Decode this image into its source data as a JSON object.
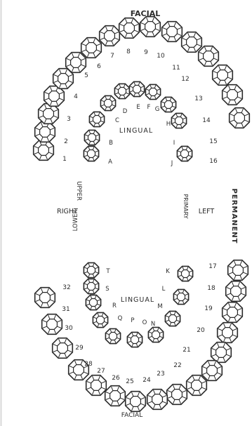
{
  "titles": {
    "facial_top": "FACIAL",
    "facial_bottom": "FACIAL",
    "lingual_upper": "LINGUAL",
    "lingual_lower": "LINGUAL",
    "right": "RIGHT",
    "left": "LEFT",
    "upper": "UPPER",
    "lower": "LOWER",
    "primary": "PRIMARY",
    "permanent": "PERMANENT"
  },
  "permanent_upper": [
    "1",
    "2",
    "3",
    "4",
    "5",
    "6",
    "7",
    "8",
    "9",
    "10",
    "11",
    "12",
    "13",
    "14",
    "15",
    "16"
  ],
  "permanent_lower": [
    "17",
    "18",
    "19",
    "20",
    "21",
    "22",
    "23",
    "24",
    "25",
    "26",
    "27",
    "28",
    "29",
    "30",
    "31",
    "32"
  ],
  "primary_upper": [
    "A",
    "B",
    "C",
    "D",
    "E",
    "F",
    "G",
    "H",
    "I",
    "J"
  ],
  "primary_lower": [
    "K",
    "L",
    "M",
    "N",
    "O",
    "P",
    "Q",
    "R",
    "S",
    "T"
  ]
}
